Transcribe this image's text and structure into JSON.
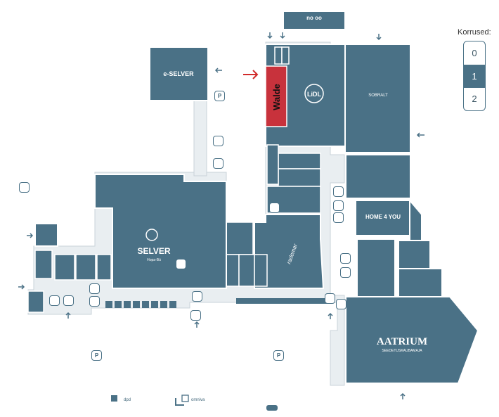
{
  "floors": {
    "title": "Korrused:",
    "levels": [
      "0",
      "1",
      "2"
    ],
    "active": "1"
  },
  "stores": {
    "eselver": "e-SELVER",
    "selver": "SELVER",
    "selver_sub": "Hopa-Bü",
    "lidl": "LiDL",
    "waide": "Walde",
    "sobralt": "SOBRALT",
    "home4you": "HOME 4 YOU",
    "aatrium": "AATRIUM",
    "aatrium_sub": "SEEDETUSKAUBAMAJA",
    "rademar": "rademar",
    "nooto": "no oo"
  },
  "legend": {
    "dpd": "dpd",
    "omniva": "omniva"
  },
  "icons": {
    "parking": "P"
  },
  "colors": {
    "building": "#4a7186",
    "corridor": "#e8edf0",
    "highlight": "#c8323c",
    "arrow_red": "#d12b2b"
  }
}
